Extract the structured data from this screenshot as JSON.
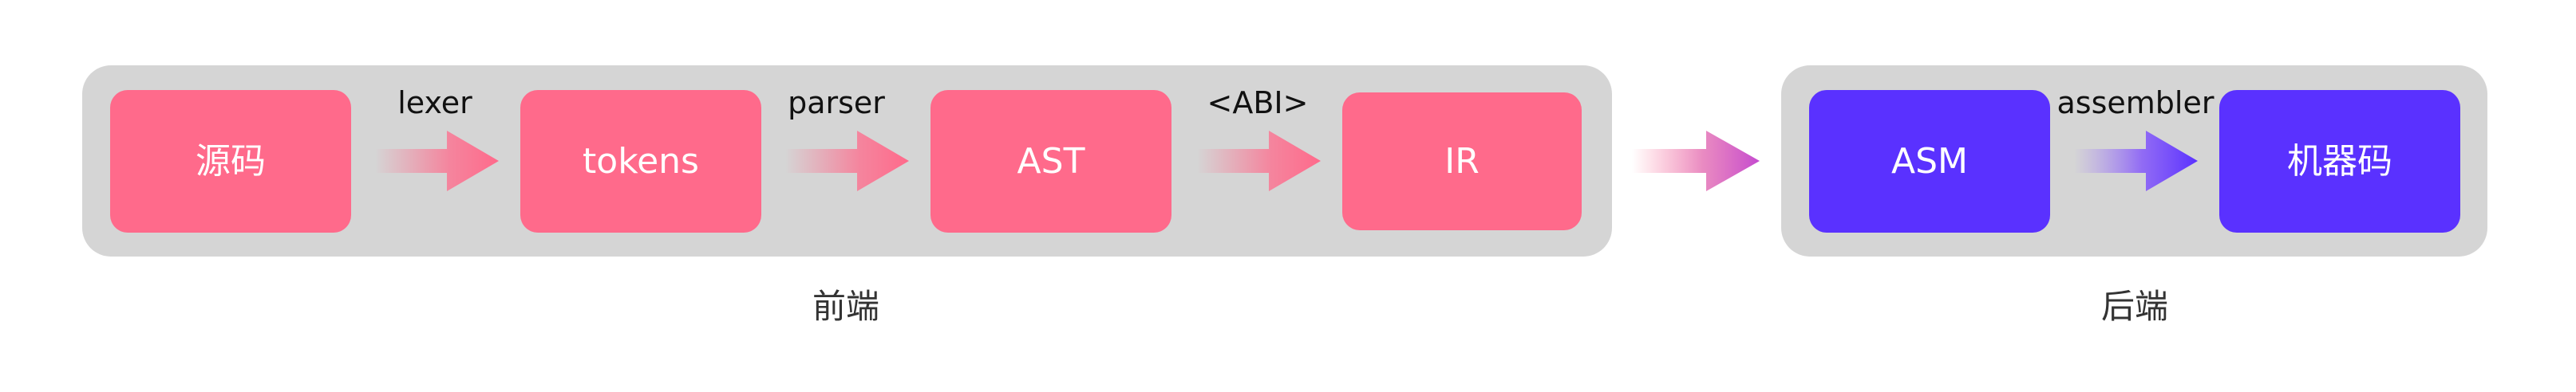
{
  "frontend": {
    "caption": "前端",
    "nodes": {
      "source": "源码",
      "tokens": "tokens",
      "ast": "AST",
      "ir": "IR"
    },
    "edges": {
      "lexer": "lexer",
      "parser": "parser",
      "abi": "<ABI>"
    }
  },
  "backend": {
    "caption": "后端",
    "nodes": {
      "asm": "ASM",
      "machine_code": "机器码"
    },
    "edges": {
      "assembler": "assembler"
    }
  },
  "colors": {
    "group_bg": "#d5d5d5",
    "frontend_node": "#ff6a8b",
    "backend_node": "#5a31ff",
    "pink_arrow": "#ff6a8b",
    "magenta_arrow": "#c54bd0",
    "purple_arrow": "#5a31ff"
  }
}
